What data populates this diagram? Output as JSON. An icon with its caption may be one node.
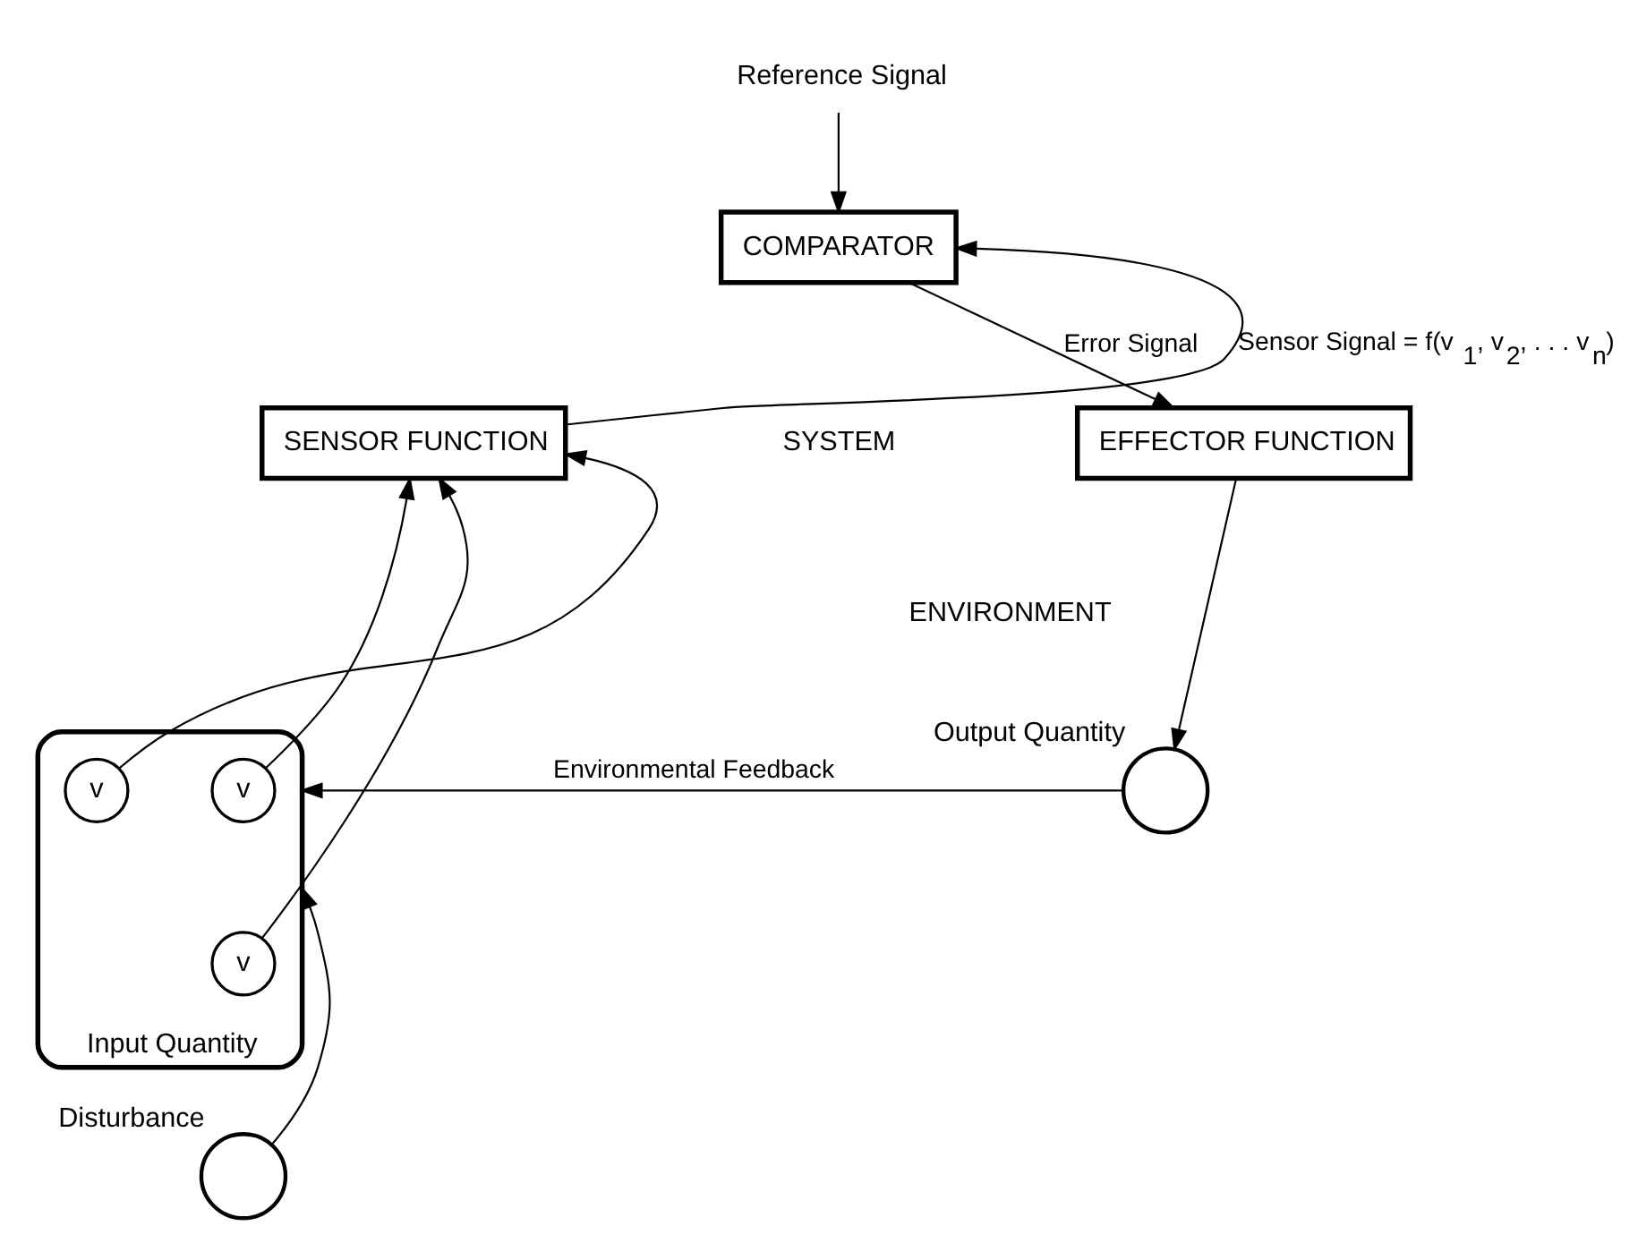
{
  "diagram": {
    "nodes": [
      {
        "text": [
          "Reference Signal"
        ]
      },
      {
        "text": [
          "COMPARATOR"
        ]
      },
      {
        "text": [
          "SENSOR FUNCTION"
        ]
      },
      {
        "text": [
          "EFFECTOR FUNCTION"
        ]
      },
      {
        "text": [
          "Input Quantity"
        ]
      },
      {
        "text": [
          "v"
        ],
        "in": 4
      },
      {
        "text": [
          "v"
        ],
        "in": 4
      },
      {
        "text": [
          "v"
        ],
        "in": 4
      },
      {
        "text": [],
        "shape": "circle",
        "beside": [
          "Output Quantity"
        ]
      },
      {
        "text": [],
        "shape": "circle",
        "beside": [
          "Disturbance"
        ]
      }
    ],
    "edges": [
      {
        "from": 0,
        "to": 1,
        "arrow": "to"
      },
      {
        "from": 2,
        "to": 1,
        "arrow": "to",
        "label": "Sensor Signal = f(v$_{1}$, v$_{2}$, . . . v$_{n}$)"
      },
      {
        "from": 1,
        "to": 3,
        "arrow": "to",
        "label": "Error Signal"
      },
      {
        "from": 3,
        "to": 8,
        "arrow": "to"
      },
      {
        "from": 8,
        "to": 4,
        "arrow": "to",
        "label": "Environmental Feedback"
      },
      {
        "from": 9,
        "to": 4,
        "arrow": "to"
      },
      {
        "from": 5,
        "to": 2,
        "arrow": "to"
      },
      {
        "from": 6,
        "to": 2,
        "arrow": "to"
      },
      {
        "from": 7,
        "to": 2,
        "arrow": "to"
      }
    ],
    "labels": [
      "SYSTEM",
      "ENVIRONMENT"
    ]
  }
}
